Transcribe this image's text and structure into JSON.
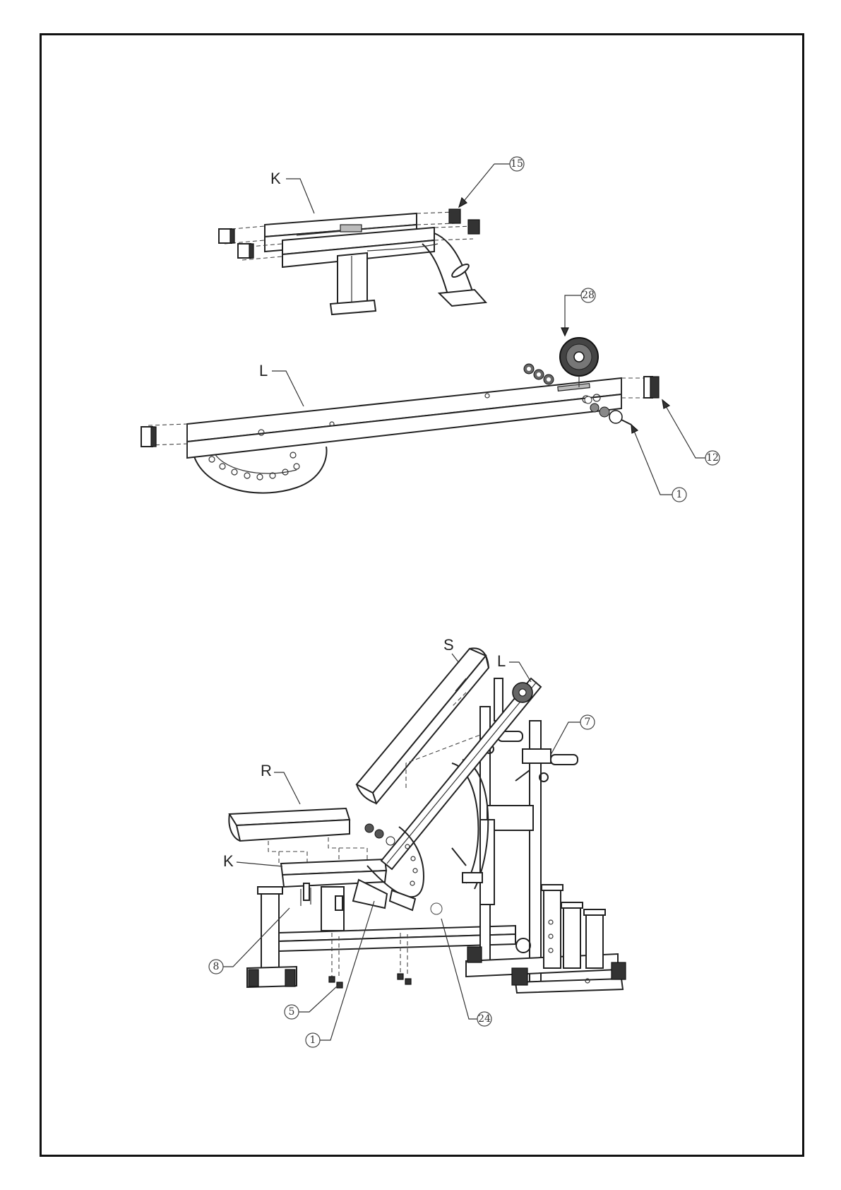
{
  "figure1": {
    "labels": {
      "frame_k": "K",
      "bar_l": "L"
    },
    "callouts": {
      "end_cap_small": "15",
      "weight_plate": "28",
      "end_cap_large": "12",
      "bolt": "1"
    }
  },
  "figure2": {
    "labels": {
      "seat_pad": "R",
      "back_pad": "S",
      "frame_k": "K",
      "bar_l": "L"
    },
    "callouts": {
      "pin": "7",
      "bolt_a": "8",
      "nut": "5",
      "bolt_b": "1",
      "knob": "24"
    }
  }
}
